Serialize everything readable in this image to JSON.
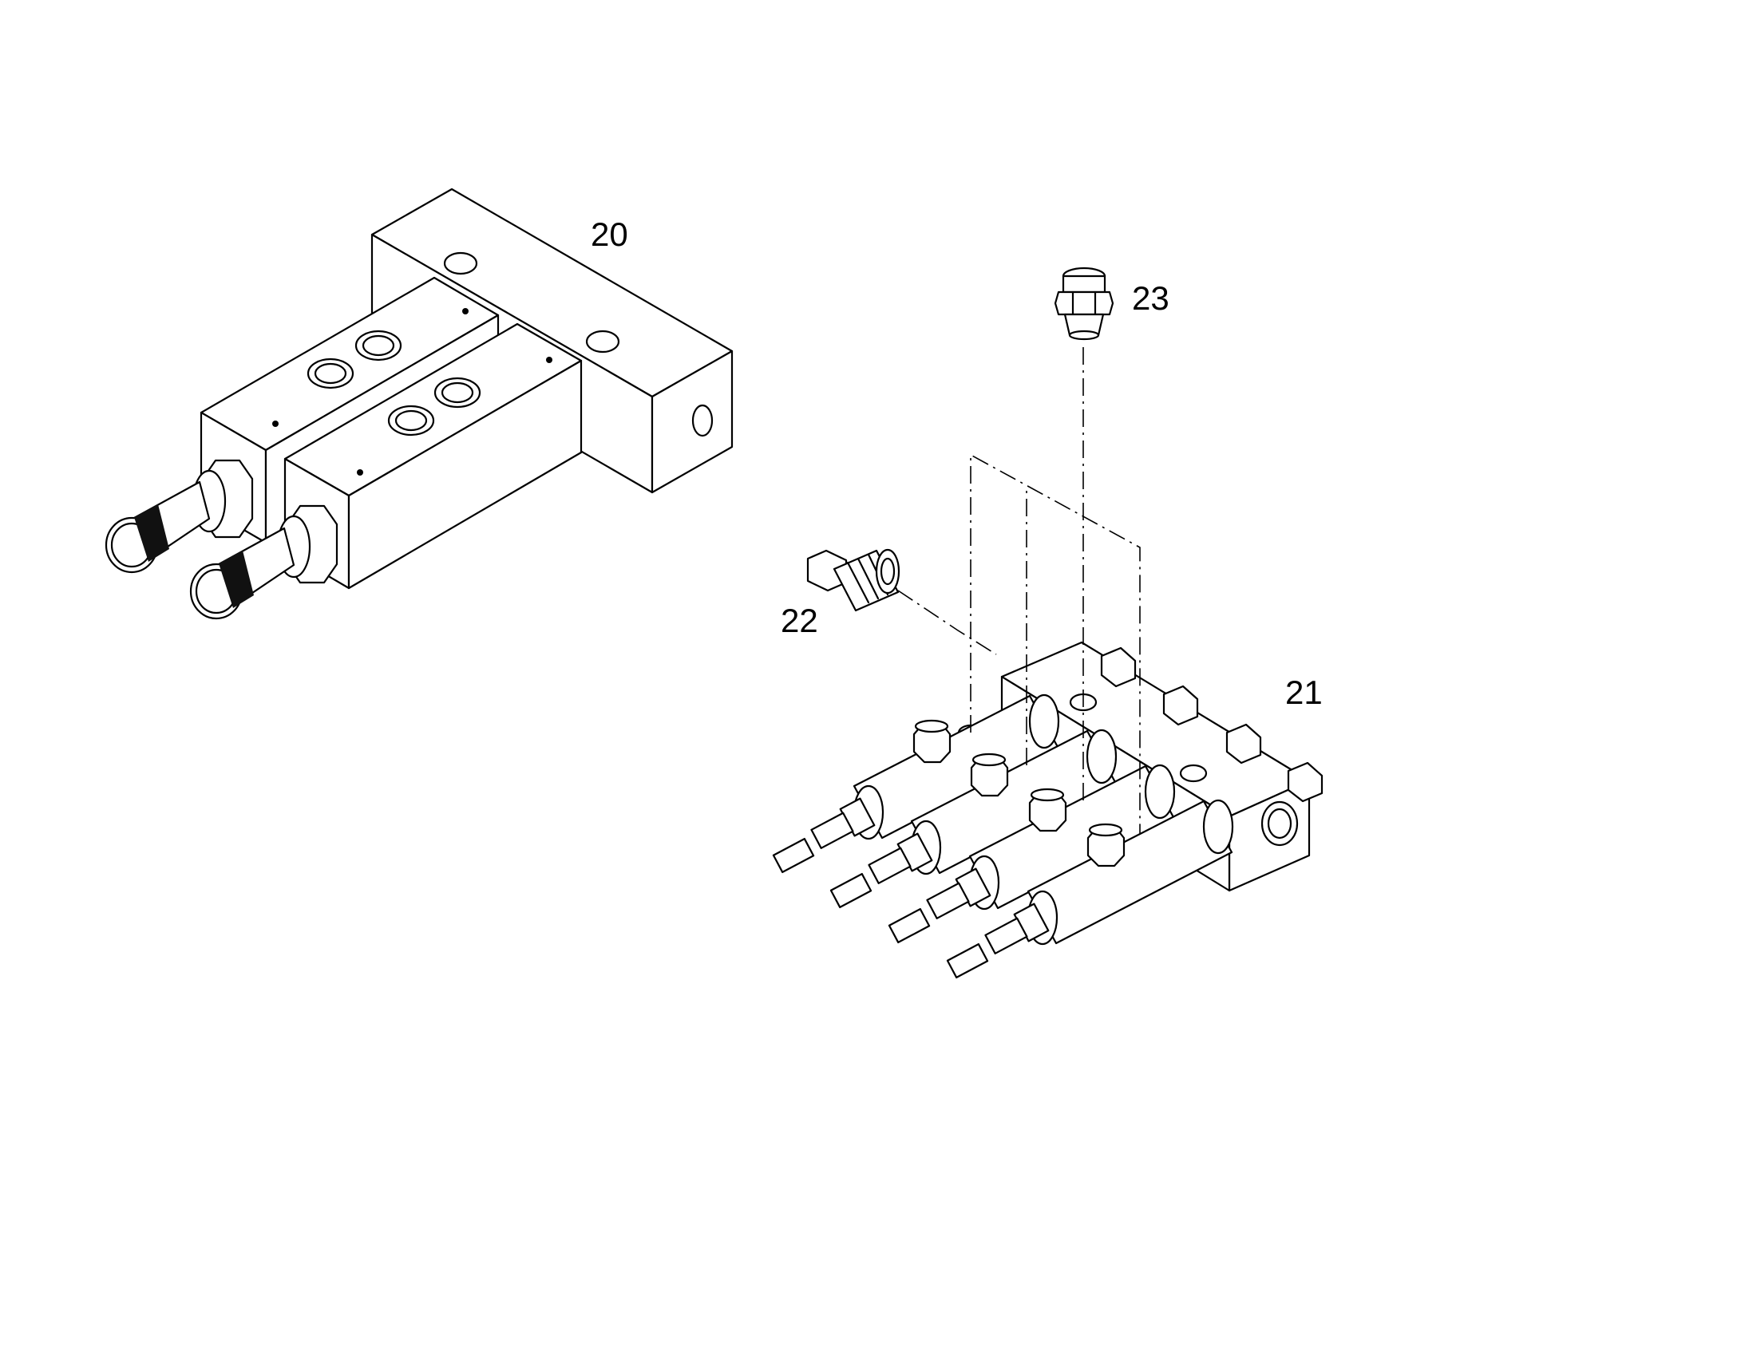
{
  "callouts": {
    "part_20": "20",
    "part_21": "21",
    "part_22": "22",
    "part_23": "23"
  },
  "colors": {
    "line": "#000000",
    "background": "#ffffff"
  }
}
